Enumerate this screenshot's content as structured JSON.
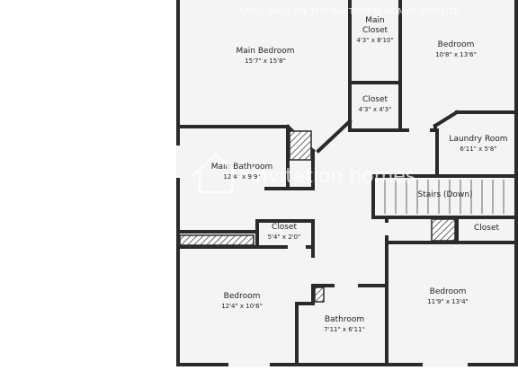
{
  "watermark": {
    "top_line": "APPLY ONLY ON THE INVITATION HOMES WEBSITE",
    "brand": "invitation homes",
    "brand_icon": "house-outline-icon"
  },
  "rooms": [
    {
      "id": "main-bedroom",
      "name": "Main Bedroom",
      "dims": "15'7\" x 15'8\""
    },
    {
      "id": "main-closet",
      "name": "Main\nCloset",
      "dims": "4'3\" x 8'10\""
    },
    {
      "id": "bedroom-ne",
      "name": "Bedroom",
      "dims": "10'8\" x 13'6\""
    },
    {
      "id": "closet-hall",
      "name": "Closet",
      "dims": "4'3\" x 4'3\""
    },
    {
      "id": "laundry-room",
      "name": "Laundry Room",
      "dims": "6'11\" x 5'8\""
    },
    {
      "id": "main-bathroom",
      "name": "Main Bathroom",
      "dims": "12'4\" x 9'9\""
    },
    {
      "id": "stairs",
      "name": "Stairs (Down)",
      "dims": ""
    },
    {
      "id": "closet-mid",
      "name": "Closet",
      "dims": "5'4\" x 2'0\""
    },
    {
      "id": "closet-east",
      "name": "Closet",
      "dims": ""
    },
    {
      "id": "bedroom-sw",
      "name": "Bedroom",
      "dims": "12'4\" x 10'6\""
    },
    {
      "id": "bedroom-se",
      "name": "Bedroom",
      "dims": "11'9\" x 13'4\""
    },
    {
      "id": "bathroom",
      "name": "Bathroom",
      "dims": "7'11\" x 6'11\""
    }
  ]
}
